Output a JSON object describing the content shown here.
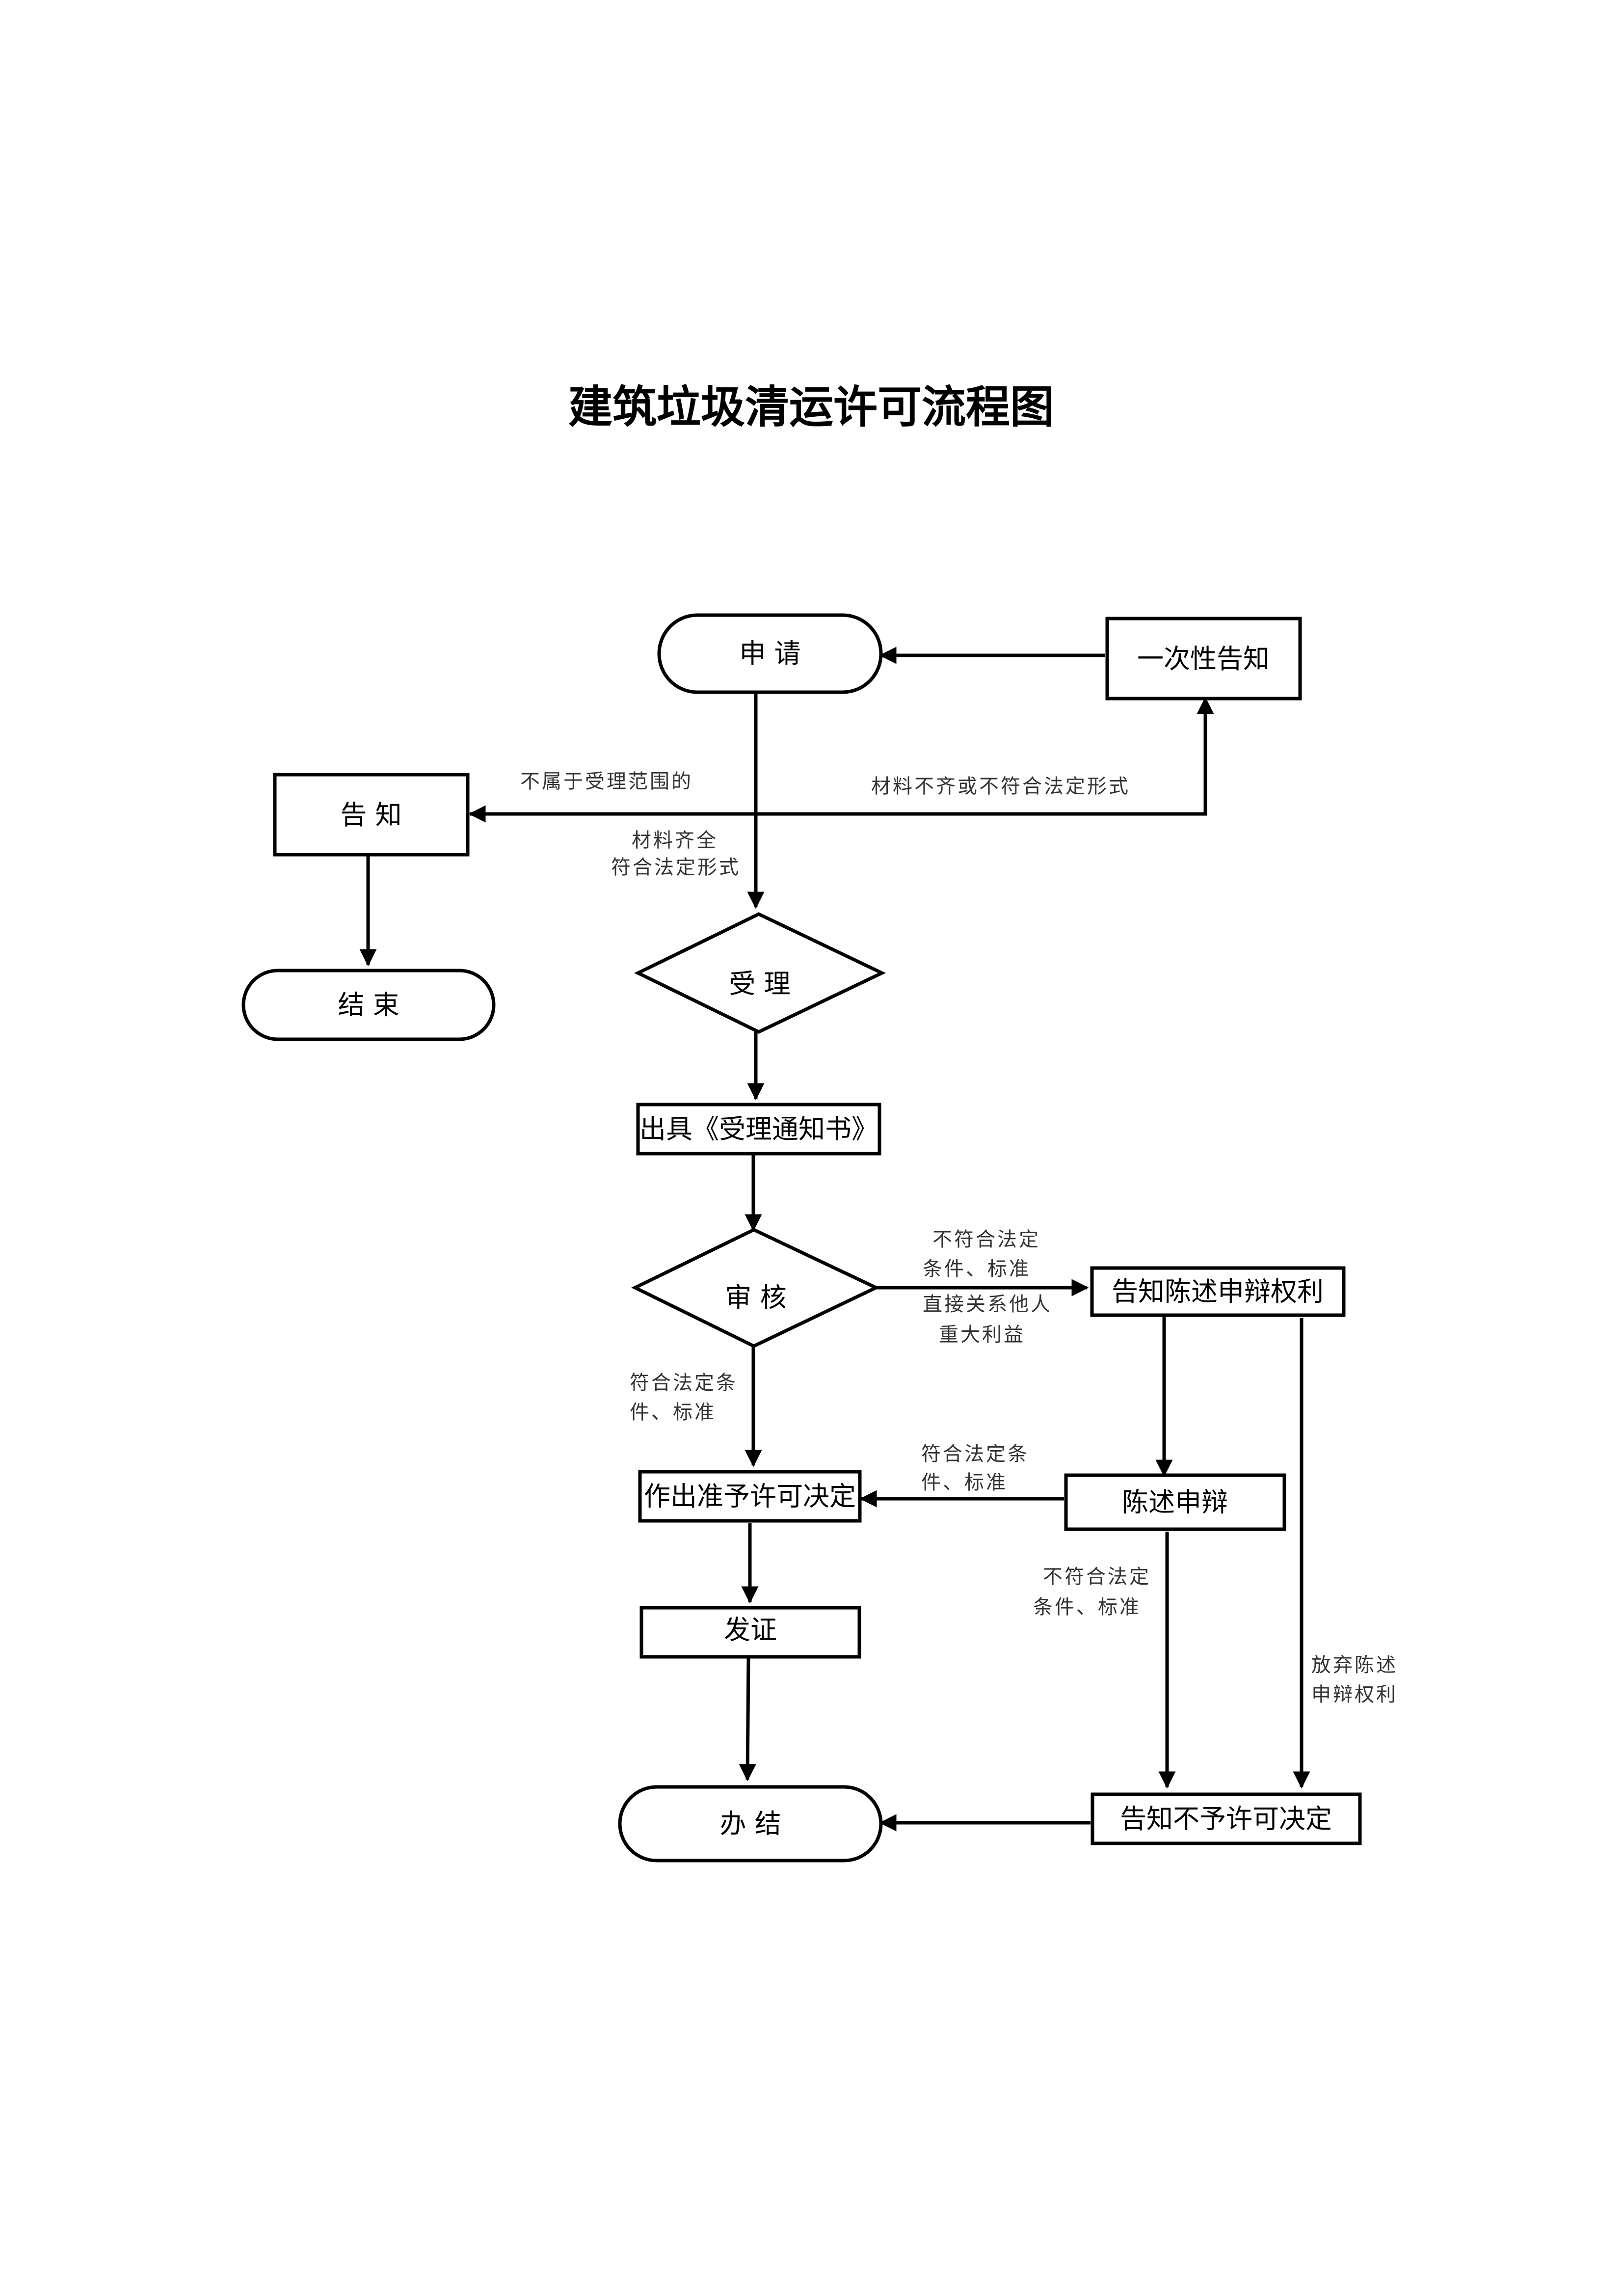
{
  "title": "建筑垃圾清运许可流程图",
  "nodes": {
    "apply": "申 请",
    "one_time_notice": "一次性告知",
    "notify": "告 知",
    "end_left": "结 束",
    "accept": "受 理",
    "issue_notice": "出具《受理通知书》",
    "review": "审 核",
    "notify_defense": "告知陈述申辩权利",
    "grant_decision": "作出准予许可决定",
    "defense": "陈述申辩",
    "issue_cert": "发证",
    "done": "办 结",
    "deny_decision": "告知不予许可决定"
  },
  "labels": {
    "not_in_scope": "不属于受理范围的",
    "incomplete": "材料不齐或不符合法定形式",
    "complete_1": "材料齐全",
    "complete_2": "符合法定形式",
    "not_meet_1": "不符合法定",
    "not_meet_2": "条件、标准",
    "third_party_1": "直接关系他人",
    "third_party_2": "重大利益",
    "meet_1": "符合法定条",
    "meet_2": "件、标准",
    "defense_meet_1": "符合法定条",
    "defense_meet_2": "件、标准",
    "defense_not_meet_1": "不符合法定",
    "defense_not_meet_2": "条件、标准",
    "waive_1": "放弃陈述",
    "waive_2": "申辩权利"
  }
}
